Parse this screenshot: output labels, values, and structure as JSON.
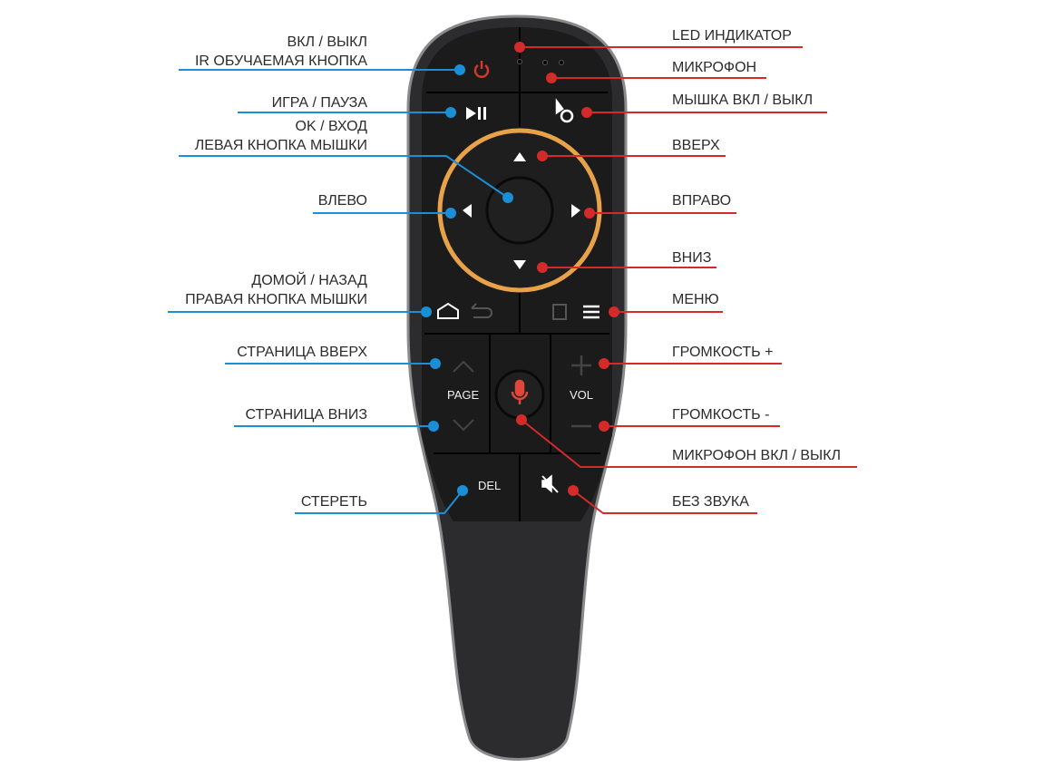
{
  "colors": {
    "left_leader": "#1a8fd6",
    "right_leader": "#d42a2a",
    "ring": "#e8a24a",
    "body": "#2a2a2c",
    "panel": "#1a1a1b"
  },
  "left_labels": [
    {
      "lines": [
        "ВКЛ / ВЫКЛ",
        "IR ОБУЧАЕМАЯ КНОПКА"
      ]
    },
    {
      "lines": [
        "ИГРА / ПАУЗА"
      ]
    },
    {
      "lines": [
        "OK / ВХОД",
        "ЛЕВАЯ КНОПКА МЫШКИ"
      ]
    },
    {
      "lines": [
        "ВЛЕВО"
      ]
    },
    {
      "lines": [
        "ДОМОЙ / НАЗАД",
        "ПРАВАЯ КНОПКА МЫШКИ"
      ]
    },
    {
      "lines": [
        "СТРАНИЦА ВВЕРХ"
      ]
    },
    {
      "lines": [
        "СТРАНИЦА ВНИЗ"
      ]
    },
    {
      "lines": [
        "СТЕРЕТЬ"
      ]
    }
  ],
  "right_labels": [
    "LED ИНДИКАТОР",
    "МИКРОФОН",
    "МЫШКА ВКЛ / ВЫКЛ",
    "ВВЕРХ",
    "ВПРАВО",
    "ВНИЗ",
    "МЕНЮ",
    "ГРОМКОСТЬ +",
    "ГРОМКОСТЬ -",
    "МИКРОФОН ВКЛ / ВЫКЛ",
    "БЕЗ ЗВУКА"
  ],
  "remote_buttons": {
    "page": "PAGE",
    "vol": "VOL",
    "del": "DEL"
  }
}
